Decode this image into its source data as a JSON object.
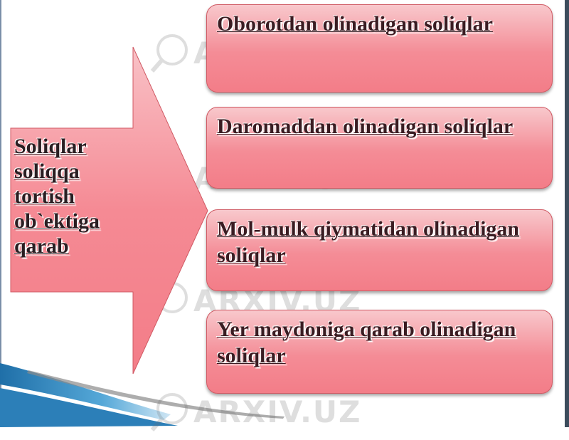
{
  "diagram": {
    "source_label": "Soliqlar soliqqa tortish ob`ektiga qarab",
    "categories": [
      "Oborotdan olinadigan soliqlar",
      "Daromaddan olinadigan soliqlar",
      "Mol-mulk qiymatidan olinadigan soliqlar",
      "Yer maydoniga qarab olinadigan soliqlar"
    ]
  },
  "watermark": {
    "text": "ARXIV.UZ"
  },
  "colors": {
    "box_fill": "#f48c96",
    "box_border": "#d05a64",
    "arrow_fill": "#f58a94",
    "text": "#3a1c22"
  }
}
